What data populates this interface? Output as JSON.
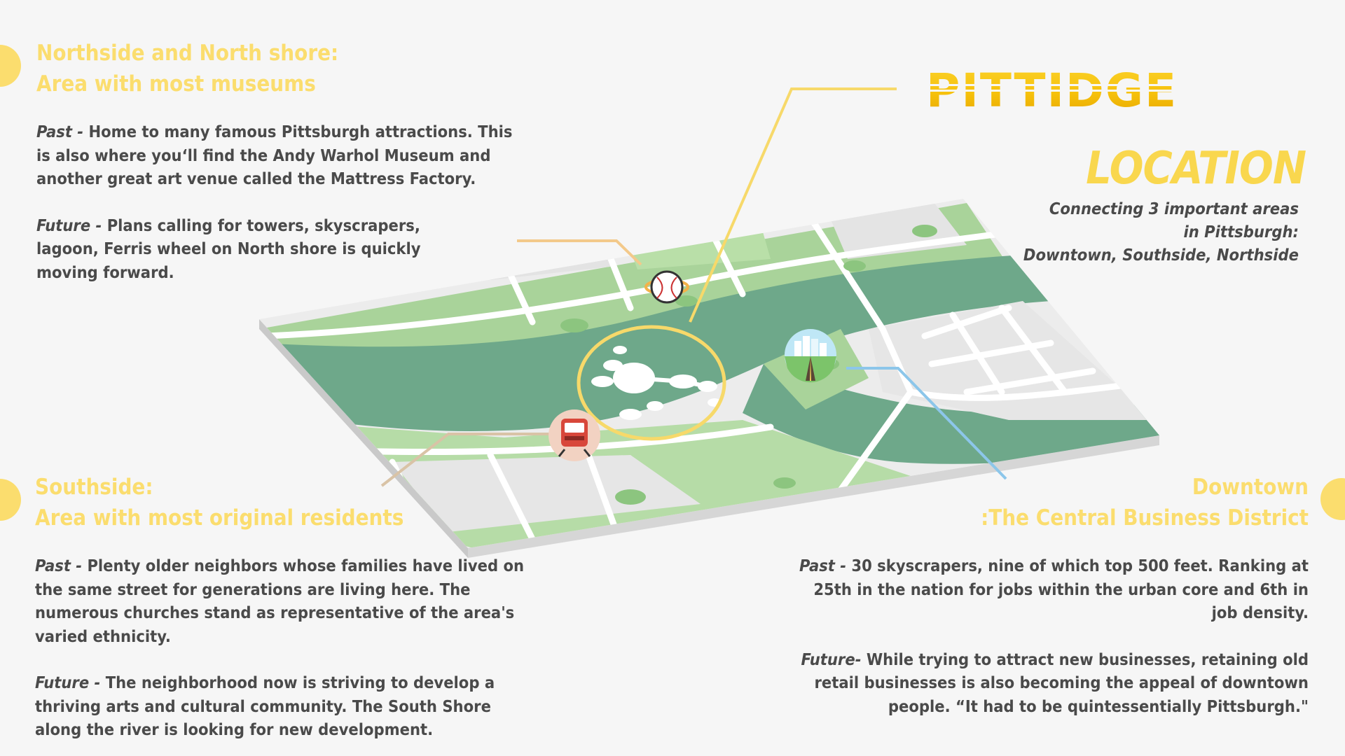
{
  "brand": {
    "logo_text": "PITTIDGE",
    "accent": "#fbdd6e",
    "logo_yellow": "#f9c80e"
  },
  "location": {
    "title": "LOCATION",
    "subtitle_lines": [
      "Connecting 3  important areas",
      "in Pittsburgh:",
      "Downtown, Southside, Northside"
    ]
  },
  "northside": {
    "heading_lines": [
      "Northside and North shore:",
      "Area with most museums"
    ],
    "past_label": "Past - ",
    "past_text": "Home to many famous Pittsburgh attractions. This is also where you‘ll find the Andy Warhol Museum and another great art venue called the Mattress Factory.",
    "future_label": "Future - ",
    "future_text": "Plans calling for towers, skyscrapers, lagoon, Ferris wheel on North shore is quickly moving forward."
  },
  "southside": {
    "heading_lines": [
      "Southside:",
      "Area with most original residents"
    ],
    "past_label": "Past - ",
    "past_text": "Plenty older neighbors whose families have lived on the same street for generations are living here. The numerous churches stand as representative of the area's varied ethnicity.",
    "future_label": "Future - ",
    "future_text": "The neighborhood now is striving to develop a thriving arts and cultural community. The South Shore along the river is looking for new development."
  },
  "downtown": {
    "heading_lines": [
      "Downtown",
      ":The Central Business District"
    ],
    "past_label": "Past - ",
    "past_text": "30 skyscrapers, nine of which top 500 feet. Ranking at 25th in the nation for jobs within the urban core and 6th in job density.",
    "future_label": "Future- ",
    "future_text": "While trying to attract new businesses, retaining old retail businesses is also becoming the appeal of downtown people. “It had to be quintessentially Pittsburgh.\""
  },
  "map": {
    "icons": [
      "baseball-icon",
      "city-road-icon",
      "train-icon"
    ],
    "colors": {
      "river": "#6ea88a",
      "park": "#a9d39a",
      "ground": "#ededed",
      "road": "#ffffff",
      "callout_north": "#f3c98a",
      "callout_south": "#d9c3a6",
      "callout_downtown": "#8cc6ea",
      "callout_bridge": "#f7d96a"
    }
  }
}
